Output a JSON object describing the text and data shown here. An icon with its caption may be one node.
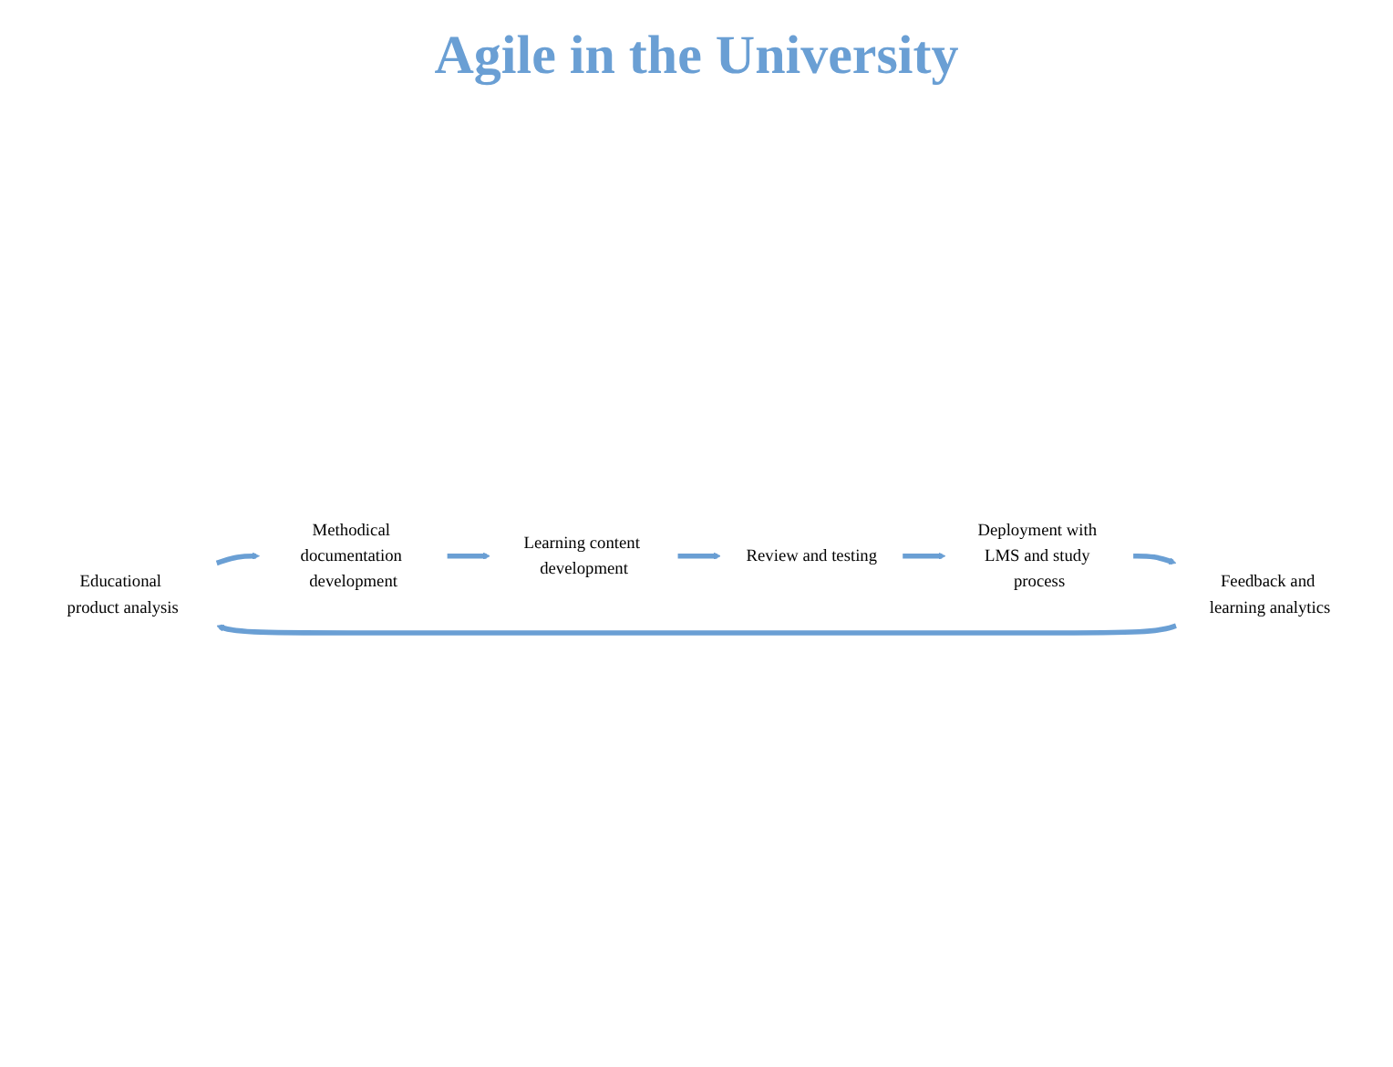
{
  "diagram": {
    "title": "Agile in the University",
    "nodes": [
      {
        "text": [
          "Educational product analysis"
        ]
      },
      {
        "text": [
          "Methodical documentation development"
        ]
      },
      {
        "text": [
          "Learning content development"
        ]
      },
      {
        "text": [
          "Review and testing"
        ]
      },
      {
        "text": [
          "Deployment with LMS and study process"
        ]
      },
      {
        "text": [
          "Feedback and learning analytics"
        ]
      }
    ],
    "edges": [
      {
        "from": 0,
        "to": 1,
        "arrow": "to"
      },
      {
        "from": 1,
        "to": 2,
        "arrow": "to"
      },
      {
        "from": 2,
        "to": 3,
        "arrow": "to"
      },
      {
        "from": 3,
        "to": 4,
        "arrow": "to"
      },
      {
        "from": 4,
        "to": 5,
        "arrow": "to"
      },
      {
        "from": 5,
        "to": 0,
        "arrow": "to"
      }
    ]
  }
}
